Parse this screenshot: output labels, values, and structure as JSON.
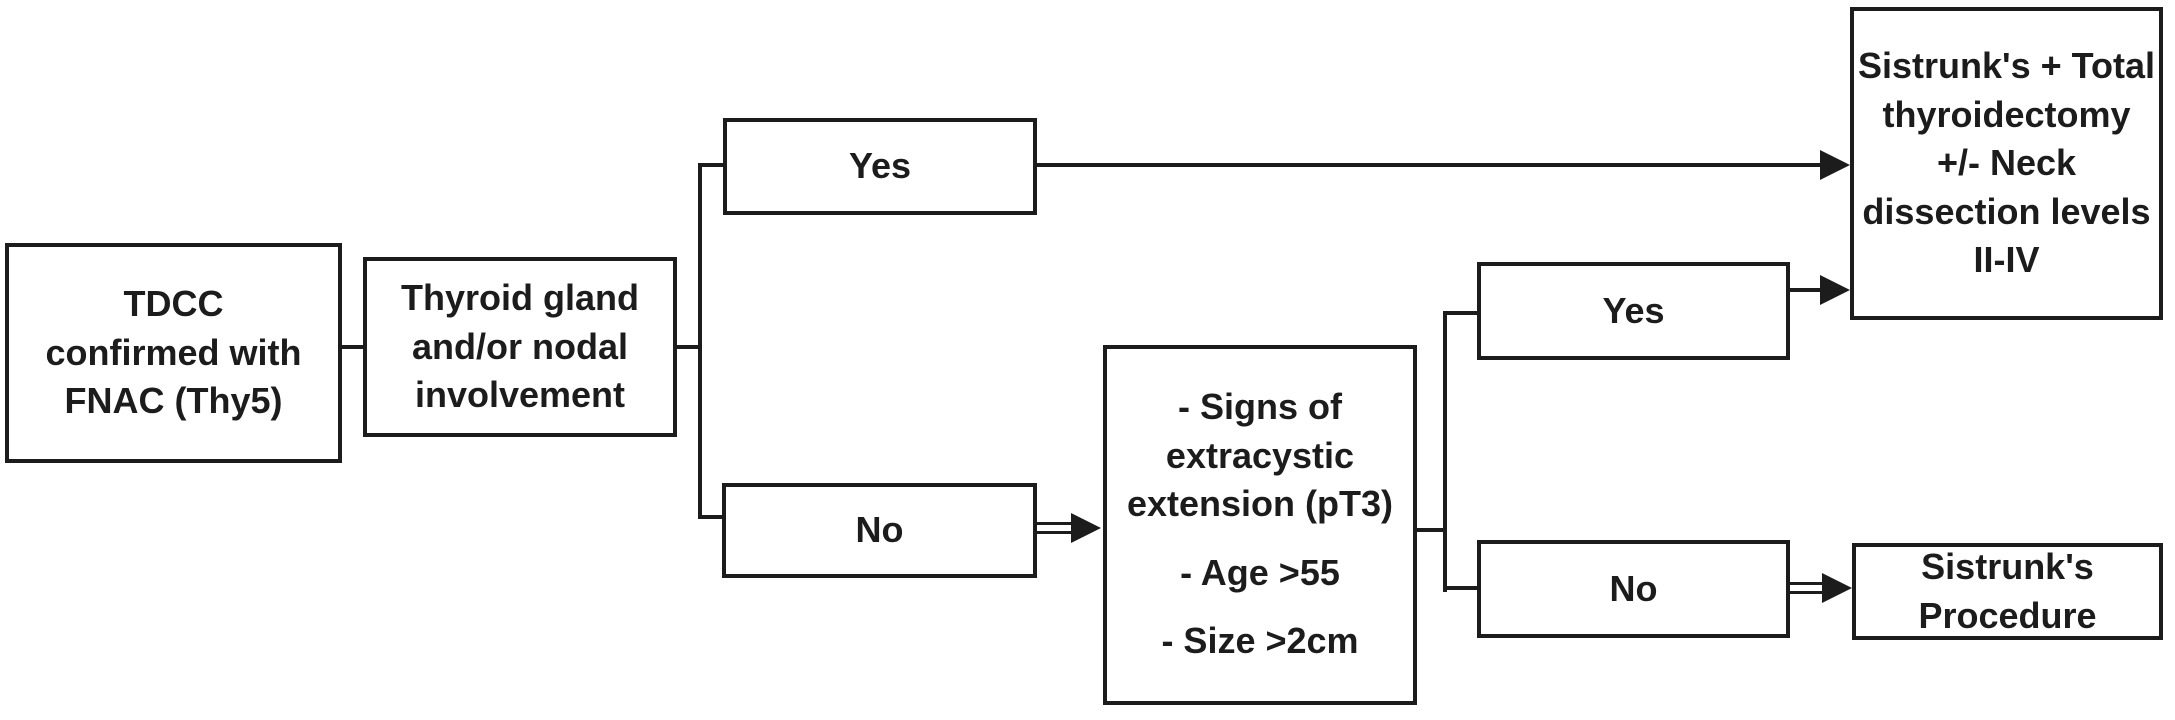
{
  "diagram_type": "flowchart",
  "colors": {
    "line": "#1c1c1c",
    "background": "#ffffff"
  },
  "nodes": {
    "tdcc": {
      "label": "TDCC\nconfirmed with\nFNAC (Thy5)"
    },
    "thyroid": {
      "label": "Thyroid gland\nand/or nodal\ninvolvement"
    },
    "yes1": {
      "label": "Yes"
    },
    "no1": {
      "label": "No"
    },
    "criteria": {
      "items": [
        "- Signs of extracystic extension (pT3)",
        "- Age >55",
        "- Size >2cm"
      ]
    },
    "yes2": {
      "label": "Yes"
    },
    "no2": {
      "label": "No"
    },
    "surgery": {
      "label": "Sistrunk's + Total\nthyroidectomy\n+/- Neck\ndissection levels\nII-IV"
    },
    "sistrunk": {
      "label": "Sistrunk's\nProcedure"
    }
  },
  "edges": [
    {
      "from": "tdcc",
      "to": "thyroid",
      "style": "plain-line"
    },
    {
      "from": "thyroid",
      "to": "yes1",
      "style": "elbow-line"
    },
    {
      "from": "thyroid",
      "to": "no1",
      "style": "elbow-line"
    },
    {
      "from": "yes1",
      "to": "surgery",
      "style": "single-arrow"
    },
    {
      "from": "no1",
      "to": "criteria",
      "style": "double-line-arrow"
    },
    {
      "from": "criteria",
      "to": "yes2",
      "style": "elbow-line"
    },
    {
      "from": "criteria",
      "to": "no2",
      "style": "elbow-line"
    },
    {
      "from": "yes2",
      "to": "surgery",
      "style": "single-arrow"
    },
    {
      "from": "no2",
      "to": "sistrunk",
      "style": "double-line-arrow"
    }
  ]
}
